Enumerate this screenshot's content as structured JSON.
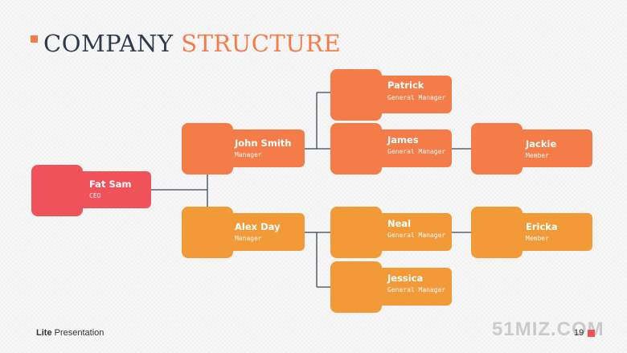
{
  "title": {
    "part1": "COMPANY ",
    "part2": "STRUCTURE"
  },
  "nodes": {
    "fat_sam": {
      "name": "Fat Sam",
      "role": "CEO"
    },
    "john_smith": {
      "name": "John Smith",
      "role": "Manager"
    },
    "alex_day": {
      "name": "Alex Day",
      "role": "Manager"
    },
    "patrick": {
      "name": "Patrick",
      "role": "General Manager"
    },
    "james": {
      "name": "James",
      "role": "General Manager"
    },
    "neal": {
      "name": "Neal",
      "role": "General Manager"
    },
    "jessica": {
      "name": "Jessica",
      "role": "General Manager"
    },
    "jackie": {
      "name": "Jackie",
      "role": "Member"
    },
    "ericka": {
      "name": "Ericka",
      "role": "Member"
    }
  },
  "footer": {
    "brand_bold": "Lite",
    "brand_rest": " Presentation",
    "page": "19"
  },
  "watermark": "51MIZ.COM",
  "colors": {
    "red": "#f0525a",
    "orange": "#f47c48",
    "amber": "#f29a38",
    "line": "#3a4654",
    "title_dark": "#2f3b4c"
  }
}
